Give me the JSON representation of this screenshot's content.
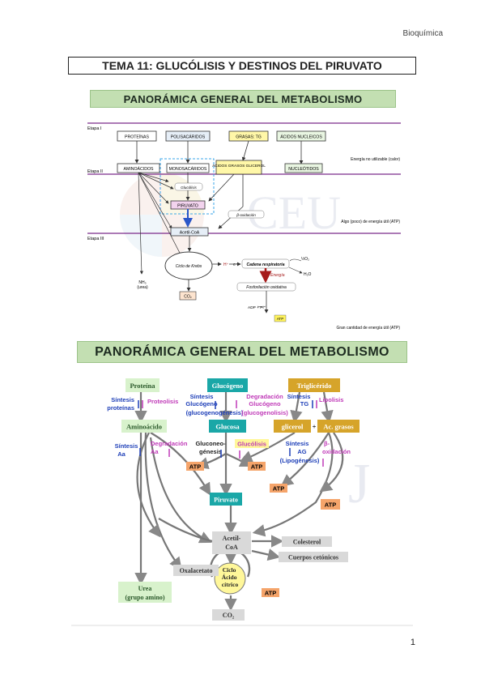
{
  "header": {
    "subject": "Bioquímica"
  },
  "title": "TEMA 11: GLUCÓLISIS Y DESTINOS DEL PIRUVATO",
  "section1": {
    "banner": "PANORÁMICA GENERAL DEL METABOLISMO",
    "stage1": "Etapa I",
    "stage2": "Etapa II",
    "stage3": "Etapa III",
    "top_boxes": [
      "PROTEÍNAS",
      "POLISACÁRIDOS",
      "GRASAS: TG",
      "ÁCIDOS NUCLEICOS"
    ],
    "mid_boxes": [
      "AMINOÁCIDOS",
      "MONOSACÁRIDOS",
      "ÁCIDOS GRASOS GLICEROL",
      "NUCLEÓTIDOS"
    ],
    "glucolisis": "Glucólisis",
    "piruvato": "PIRUVATO",
    "beta_ox": "β-oxidación",
    "acetilcoa": "Acetil-CoA",
    "krebs": "Ciclo de Krebs",
    "cadena": "Cadena respiratoria",
    "energia": "Energía",
    "fosforilacion": "Fosforilación oxidativa",
    "half_o2": "½O₂",
    "h2o": "H₂O",
    "h_plus": "H⁺",
    "e_minus": "e⁻",
    "co2": "CO₂",
    "nh3": "NH₃",
    "urea": "(urea)",
    "adp": "ADP + Pi",
    "atp": "ATP",
    "energy1": "Energía no utilizable (calor)",
    "energy2": "Algo (poco) de energía útil (ATP)",
    "energy3": "Gran cantidad de energía útil (ATP)"
  },
  "section2": {
    "banner": "PANORÁMICA GENERAL DEL METABOLISMO",
    "proteina": "Proteína",
    "glucogeno": "Glucógeno",
    "trigliceridos": "Triglicérido",
    "sintesis_proteinas": [
      "Síntesis",
      "proteínas"
    ],
    "proteolisis": "Proteolisis",
    "sintesis_glucogeno": [
      "Síntesis",
      "Glucógeno",
      "(glucogenogénesis)"
    ],
    "degradacion_glucogeno": [
      "Degradación",
      "Glucógeno",
      "(glucogenolisis)"
    ],
    "sintesis_tg": [
      "Síntesis",
      "TG"
    ],
    "lipolisis": "Lipolisis",
    "aminoacido": "Aminoácido",
    "glucosa": "Glucosa",
    "glicerol": "glicerol",
    "ac_grasos": "Ac. grasos",
    "sintesis_aa": [
      "Síntesis",
      "Aa"
    ],
    "degradacion_aa": [
      "Degradación",
      "Aa"
    ],
    "gluconeogenesis": [
      "Gluconeo-",
      "génesis"
    ],
    "glucolisis": "Glucólisis",
    "sintesis_ag": [
      "Síntesis",
      "AG",
      "(Lipogénesis)"
    ],
    "beta_oxidacion": [
      "β-",
      "oxidación"
    ],
    "atp": "ATP",
    "piruvato": "Piruvato",
    "acetilcoa": [
      "Acetil-",
      "CoA"
    ],
    "colesterol": "Colesterol",
    "cuerpos": "Cuerpos cetónicos",
    "oxalacetato": "Oxalacetato",
    "ciclo": [
      "Ciclo",
      "Ácido",
      "cítrico"
    ],
    "urea": [
      "Urea",
      "(grupo amino)"
    ],
    "co2": "CO₂"
  },
  "footer": {
    "page": "1"
  }
}
